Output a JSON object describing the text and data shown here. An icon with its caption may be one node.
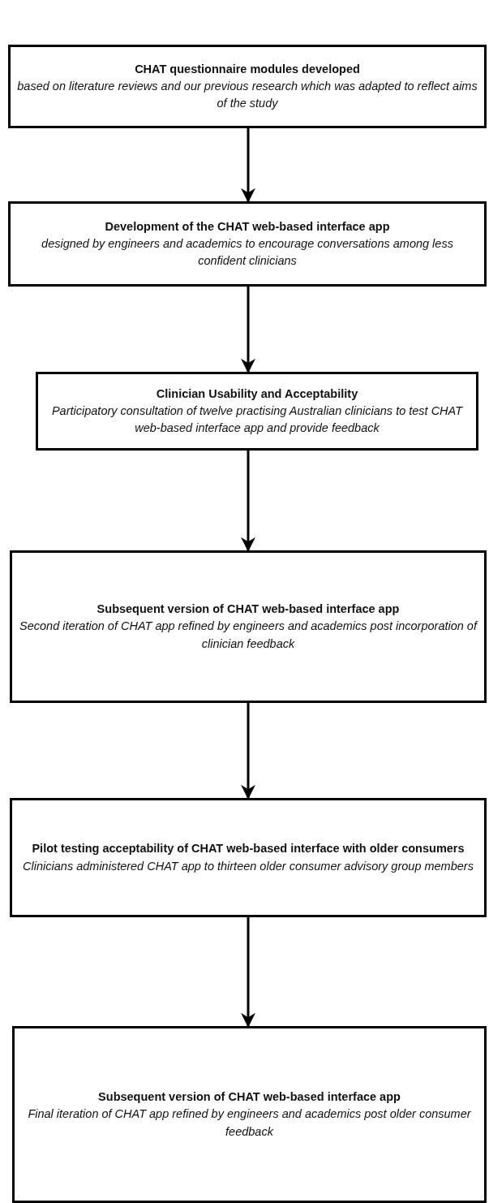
{
  "diagram": {
    "nodes": [
      {
        "text": [
          "CHAT questionnaire modules developed",
          "based on literature reviews and our previous research which was adapted to reflect aims of the study"
        ]
      },
      {
        "text": [
          "Development of the CHAT web-based interface app",
          "designed by engineers and academics to encourage conversations among less confident clinicians"
        ]
      },
      {
        "text": [
          "Clinician Usability and Acceptability",
          "Participatory consultation of twelve practising Australian clinicians to test CHAT web-based interface app and provide feedback"
        ]
      },
      {
        "text": [
          "Subsequent version of CHAT web-based interface app",
          "Second iteration of CHAT app refined by engineers and academics post incorporation of clinician feedback"
        ]
      },
      {
        "text": [
          "Pilot testing acceptability of CHAT web-based interface with older consumers",
          "Clinicians administered CHAT app to thirteen older consumer advisory group members"
        ]
      },
      {
        "text": [
          "Subsequent version of CHAT web-based interface app",
          "Final iteration of CHAT app refined by engineers and academics post older consumer feedback"
        ]
      }
    ],
    "edges": [
      {
        "from": 0,
        "to": 1,
        "arrow": "to"
      },
      {
        "from": 1,
        "to": 2,
        "arrow": "to"
      },
      {
        "from": 2,
        "to": 3,
        "arrow": "to"
      },
      {
        "from": 3,
        "to": 4,
        "arrow": "to"
      },
      {
        "from": 4,
        "to": 5,
        "arrow": "to"
      }
    ]
  }
}
